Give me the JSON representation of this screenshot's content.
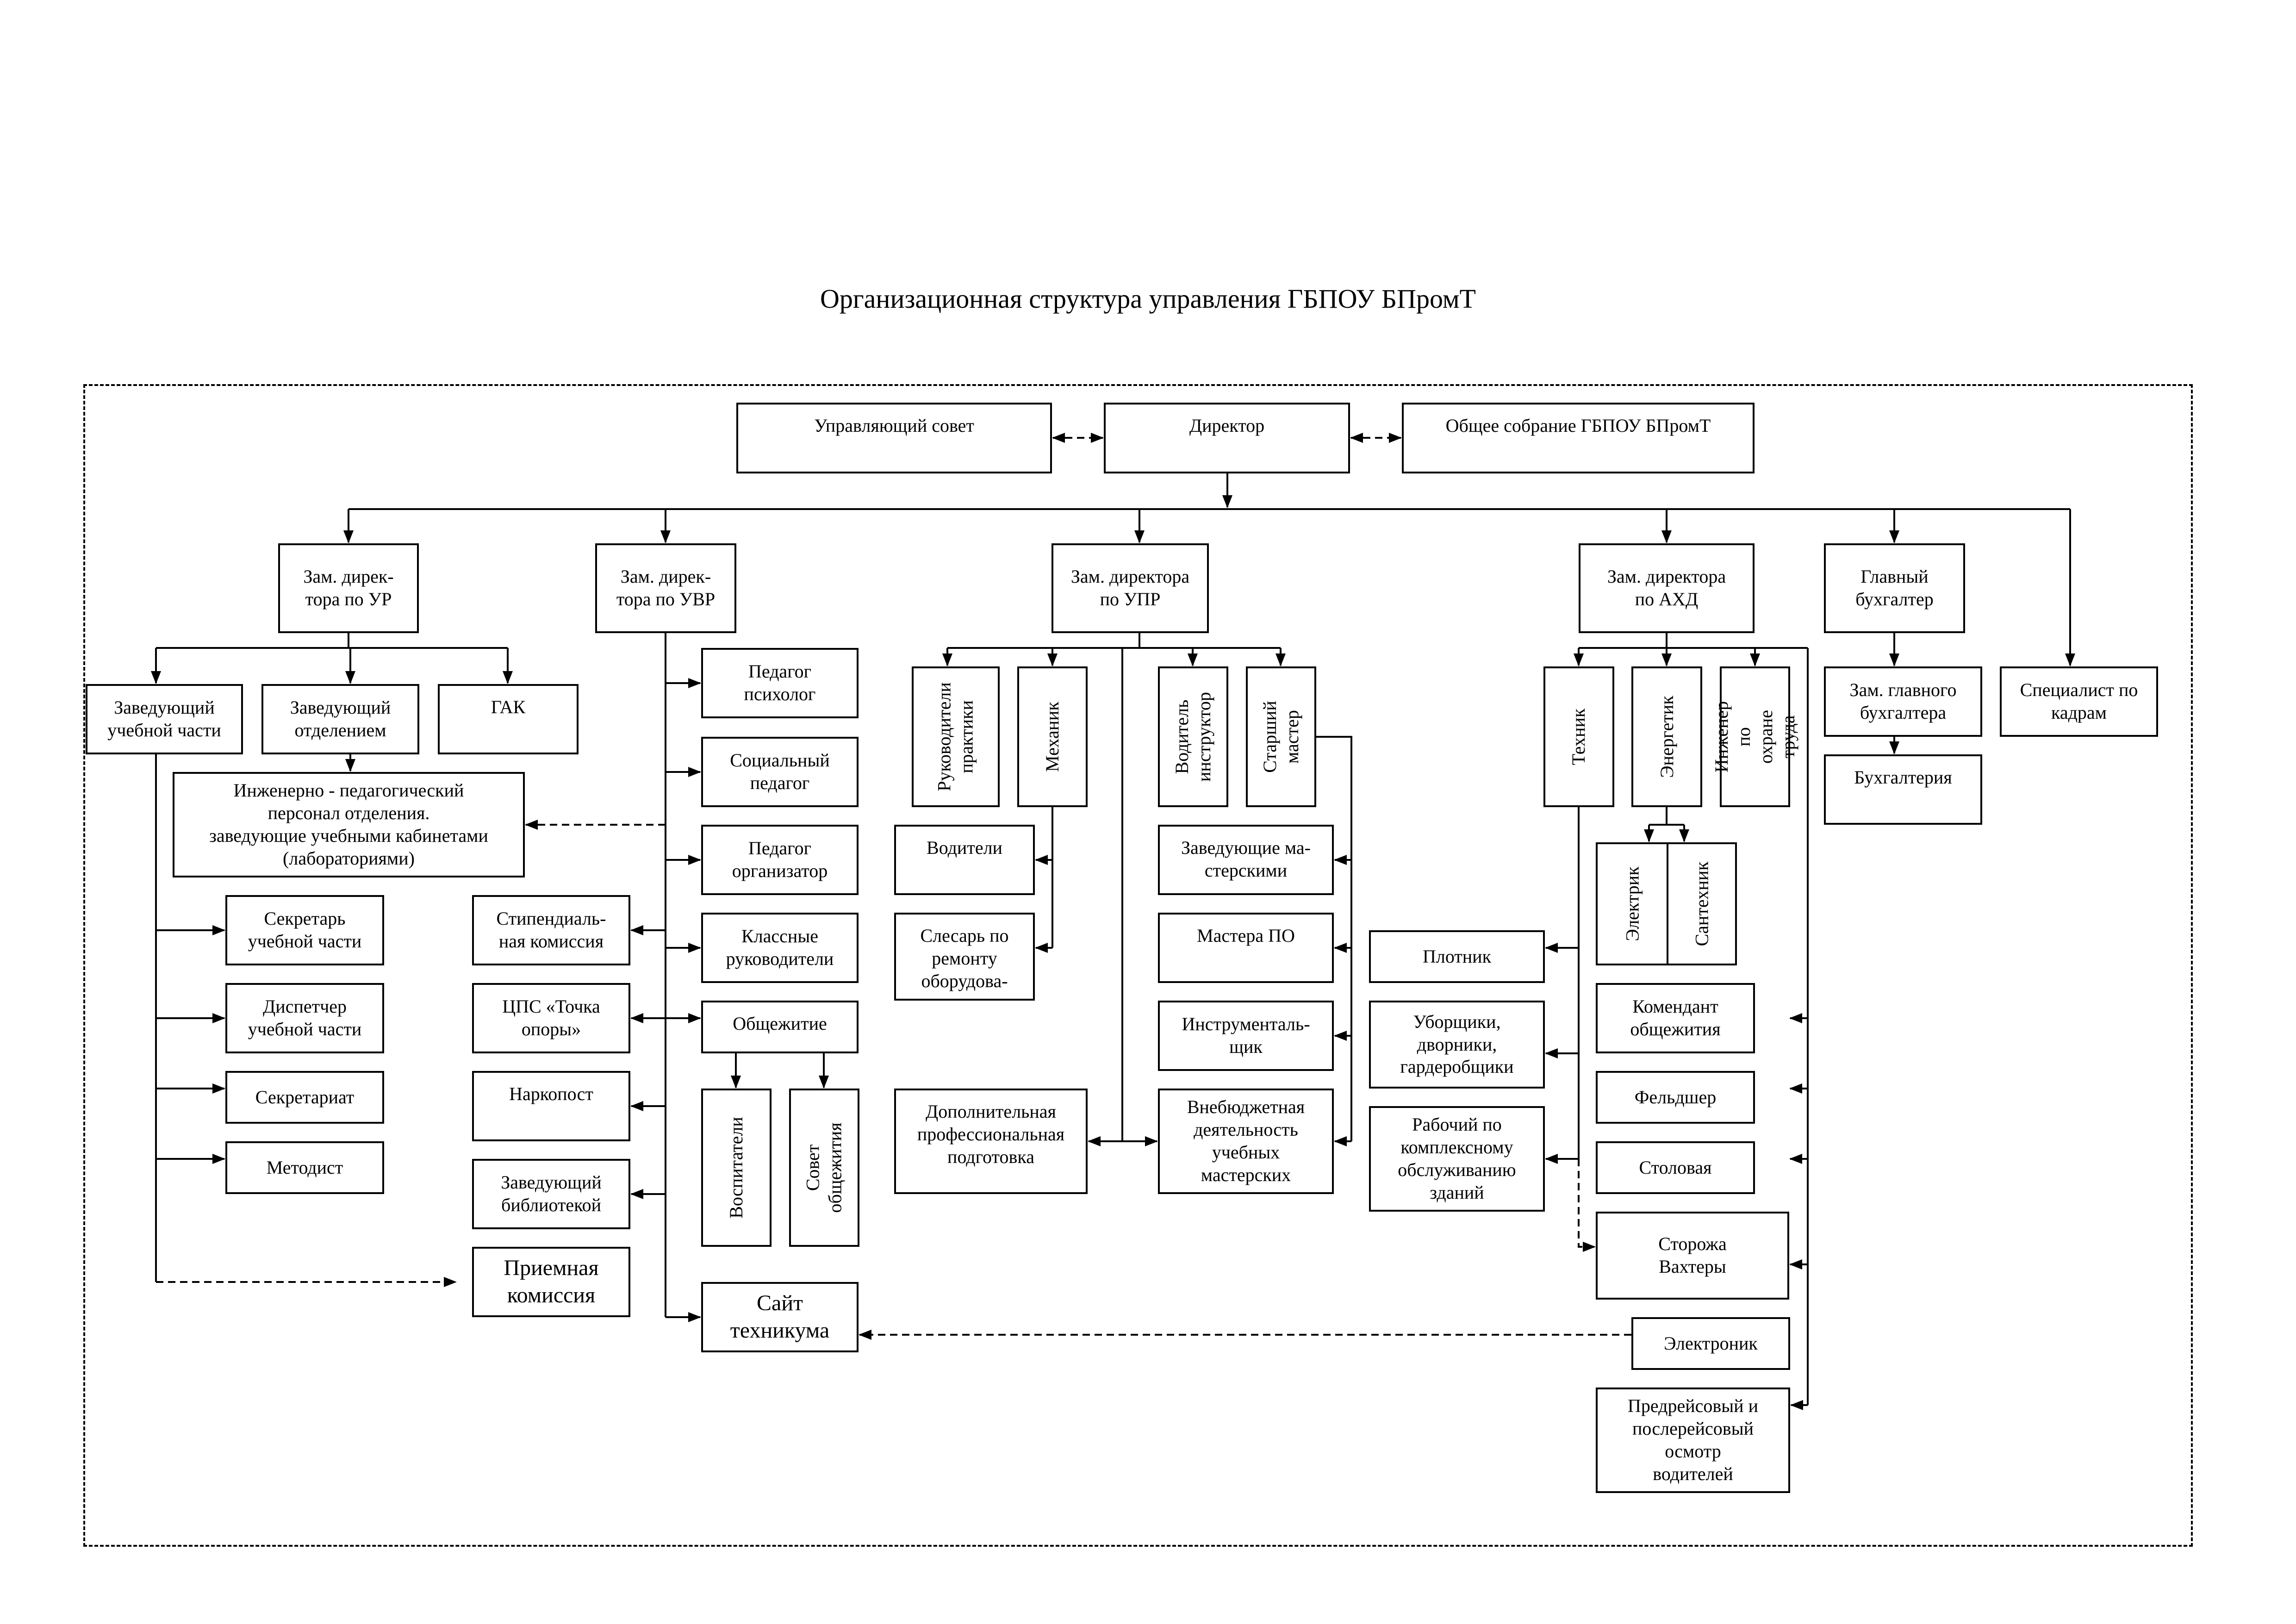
{
  "title": "Организационная структура управления ГБПОУ БПромТ",
  "nodes": {
    "council": "Управляющий совет",
    "director": "Директор",
    "assembly": "Общее собрание ГБПОУ БПромТ",
    "dep_ur": "Зам. дирек-\nтора по УР",
    "dep_uvr": "Зам. дирек-\nтора по УВР",
    "dep_upr": "Зам. директора\nпо УПР",
    "dep_ahd": "Зам. директора\nпо АХД",
    "chief_acc": "Главный\nбухгалтер",
    "hr": "Специалист по\nкадрам",
    "head_study": "Заведующий\nучебной части",
    "head_dept": "Заведующий\nотделением",
    "gak": "ГАК",
    "eng_staff": "Инженерно - педагогический\nперсонал отделения.\nзаведующие учебными кабинетами\n(лабораториями)",
    "secretary_study": "Секретарь\nучебной части",
    "dispatcher": "Диспетчер\nучебной части",
    "secretariat": "Секретариат",
    "methodist": "Методист",
    "scholarship": "Стипендиаль-\nная комиссия",
    "cps": "ЦПС «Точка\nопоры»",
    "narcopost": "Наркопост",
    "library": "Заведующий\nбиблиотекой",
    "admission": "Приемная\nкомиссия",
    "psychologist": "Педагог\nпсихолог",
    "social_ped": "Социальный\nпедагог",
    "organizer": "Педагог\nорганизатор",
    "class_leaders": "Классные\nруководители",
    "dormitory": "Общежитие",
    "educators": "Воспитатели",
    "dorm_council": "Совет\nобщежития",
    "website": "Сайт\nтехникума",
    "practice_heads": "Руководители\nпрактики",
    "mechanic": "Механик",
    "driver_instr": "Водитель\nинструктор",
    "senior_master": "Старший\nмастер",
    "drivers": "Водители",
    "repair": "Слесарь по\nремонту\nоборудова-",
    "workshop_heads": "Заведующие ма-\nстерскими",
    "masters": "Мастера ПО",
    "toolmaker": "Инструменталь-\nщик",
    "extra_training": "Дополнительная\nпрофессиональная\nподготовка",
    "extra_budget": "Внебюджетная\nдеятельность\nучебных\nмастерских",
    "technician": "Техник",
    "power_eng": "Энергетик",
    "safety_eng": "Инженер по\nохране труда",
    "electrician": "Электрик",
    "plumber": "Сантехник",
    "carpenter": "Плотник",
    "cleaners": "Уборщики,\nдворники,\nгардеробщики",
    "worker": "Рабочий по\nкомплексному\nобслуживанию\nзданий",
    "commandant": "Комендант\nобщежития",
    "paramedic": "Фельдшер",
    "canteen": "Столовая",
    "guards": "Сторожа\nВахтеры",
    "electronics": "Электроник",
    "medical_check": "Предрейсовый и\nпослерейсовый\nосмотр\nводителей",
    "deputy_chief_acc": "Зам. главного\nбухгалтера",
    "accounting": "Бухгалтерия"
  }
}
